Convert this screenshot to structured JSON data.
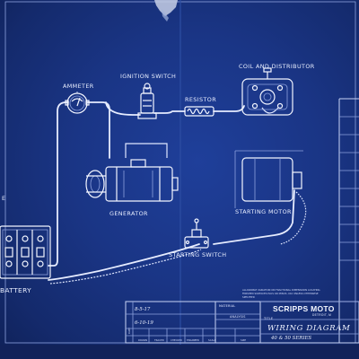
{
  "labels": {
    "ammeter": "AMMETER",
    "ignition_switch": "IGNITION SWITCH",
    "resistor": "RESISTOR",
    "coil_and_distributor": "COIL AND DISTRIBUTOR",
    "generator": "GENERATOR",
    "starting_motor": "STARTING MOTOR",
    "starting_switch": "STARTING SWITCH",
    "battery": "BATTERY",
    "left_cut": "E"
  },
  "title_block": {
    "tolerance_note": [
      "ALLOWABLE VARIATION ON FRACTIONAL DIMENSIONS LOCATING",
      "FINISHED SURFACES PLUS OR MINUS .010 UNLESS OTHERWISE",
      "SPECIFIED"
    ],
    "material_label": "MATERIAL",
    "analysis_label": "ANALYSIS",
    "title_label": "TITLE",
    "company": "SCRIPPS MOTO",
    "location": "DETROIT, M",
    "title": "WIRING DIAGRAM",
    "subtitle": "40 & 50 SERIES",
    "date_label": "DATE",
    "dates": [
      "8-5-17",
      "6-10-19"
    ],
    "column_labels": [
      "DRAWN",
      "TRACED",
      "CHECKED",
      "ENGINEER",
      "SCALE",
      "SIZE"
    ]
  },
  "colors": {
    "paper": "#1a3585",
    "ink": "#e6ecff"
  }
}
